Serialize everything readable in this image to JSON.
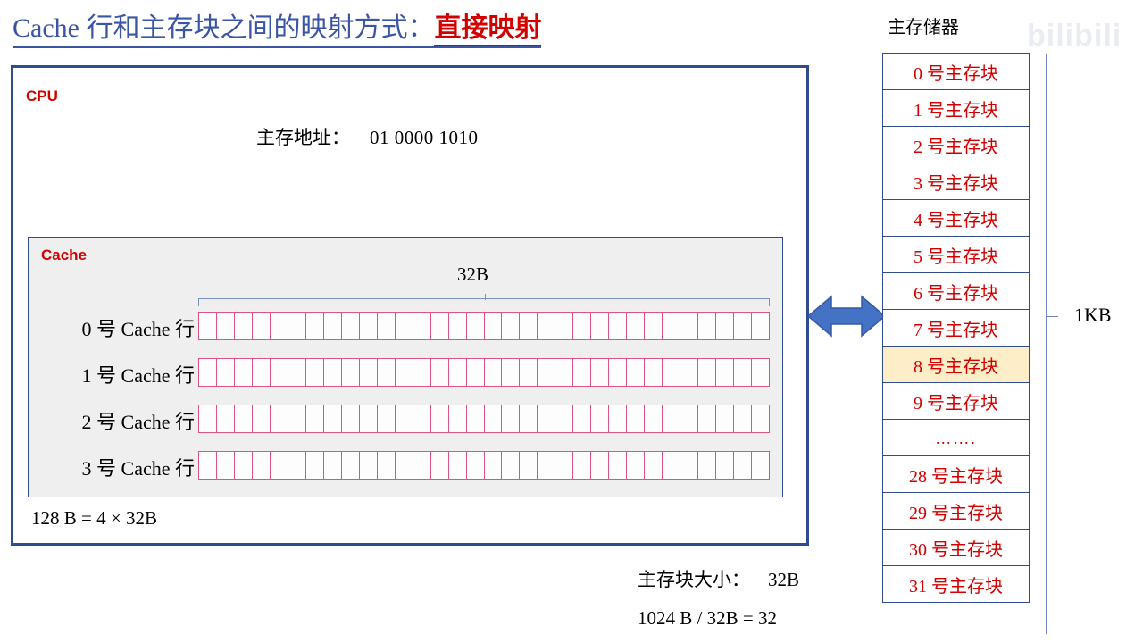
{
  "watermark": "bilibili",
  "title": {
    "main": "Cache 行和主存块之间的映射方式：",
    "accent": "直接映射"
  },
  "cpu": {
    "label": "CPU",
    "address_label": "主存地址：",
    "address_value": "01 0000 1010",
    "cache": {
      "label": "Cache",
      "line_size_label": "32B",
      "cells_per_row": 32,
      "rows": [
        {
          "label": "0 号 Cache 行"
        },
        {
          "label": "1 号 Cache 行"
        },
        {
          "label": "2 号 Cache 行"
        },
        {
          "label": "3 号 Cache 行"
        }
      ]
    },
    "cache_total": "128 B = 4 × 32B"
  },
  "arrow": {
    "name": "double-headed-arrow",
    "color": "#4472c4"
  },
  "memory": {
    "title": "主存储器",
    "size_label": "1KB",
    "blocks": [
      {
        "label": "0 号主存块",
        "highlight": false,
        "ellipsis": false
      },
      {
        "label": "1 号主存块",
        "highlight": false,
        "ellipsis": false
      },
      {
        "label": "2 号主存块",
        "highlight": false,
        "ellipsis": false
      },
      {
        "label": "3 号主存块",
        "highlight": false,
        "ellipsis": false
      },
      {
        "label": "4 号主存块",
        "highlight": false,
        "ellipsis": false
      },
      {
        "label": "5 号主存块",
        "highlight": false,
        "ellipsis": false
      },
      {
        "label": "6 号主存块",
        "highlight": false,
        "ellipsis": false
      },
      {
        "label": "7 号主存块",
        "highlight": false,
        "ellipsis": false
      },
      {
        "label": "8 号主存块",
        "highlight": true,
        "ellipsis": false
      },
      {
        "label": "9 号主存块",
        "highlight": false,
        "ellipsis": false
      },
      {
        "label": "…….",
        "highlight": false,
        "ellipsis": true
      },
      {
        "label": "28 号主存块",
        "highlight": false,
        "ellipsis": false
      },
      {
        "label": "29 号主存块",
        "highlight": false,
        "ellipsis": false
      },
      {
        "label": "30 号主存块",
        "highlight": false,
        "ellipsis": false
      },
      {
        "label": "31 号主存块",
        "highlight": false,
        "ellipsis": false
      }
    ]
  },
  "notes": {
    "block_size_label": "主存块大小：",
    "block_size_value": "32B",
    "block_count_formula": "1024 B / 32B = 32"
  },
  "colors": {
    "title_blue": "#3a55a5",
    "accent_red": "#d40000",
    "box_border_blue": "#2e4c8f",
    "cache_bg": "#efefef",
    "cell_border_pink": "#e0527f",
    "highlight_bg": "#fdeec8",
    "arrow_blue": "#4472c4"
  }
}
